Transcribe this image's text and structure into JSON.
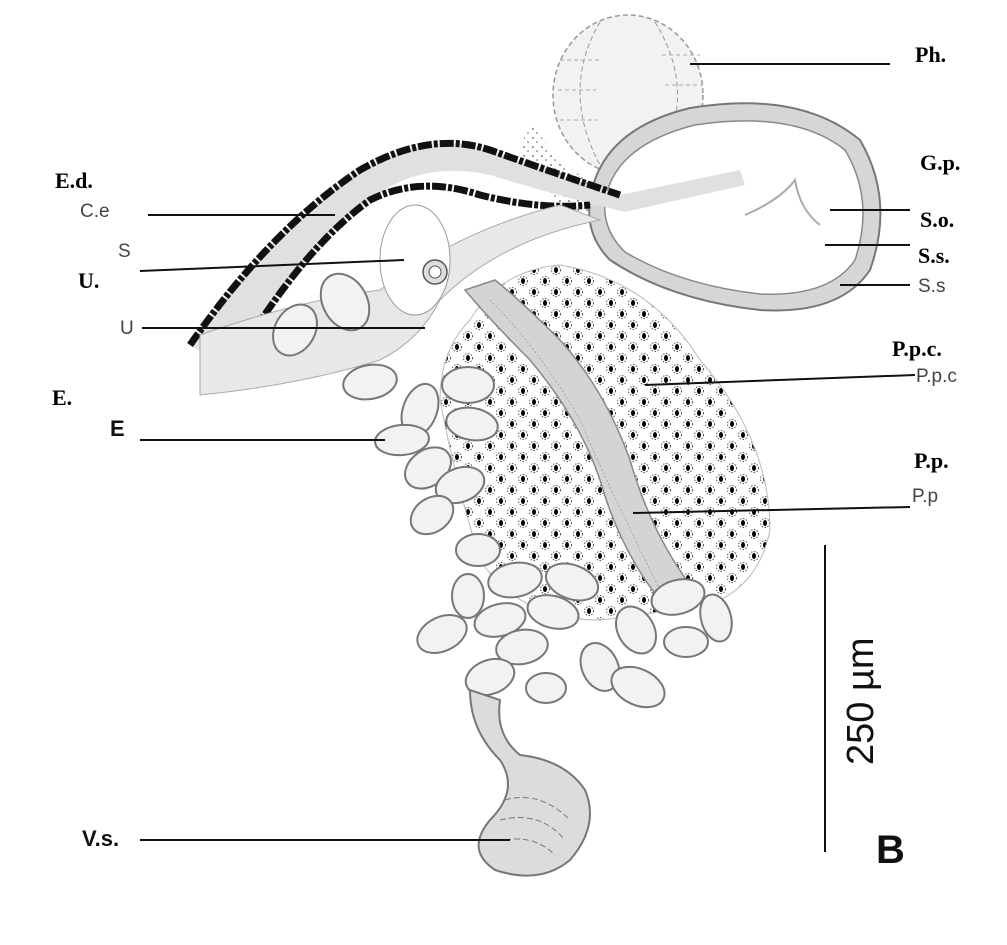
{
  "figure": {
    "panel_letter": "B",
    "scale_bar": "250 µm",
    "labels": {
      "ph": "Ph.",
      "gp": "G.p.",
      "so": "S.o.",
      "ss": "S.s.",
      "ppc": "P.p.c.",
      "pp": "P.p.",
      "ed": "E.d.",
      "u": "U.",
      "e": "E.",
      "vs": "V.s."
    },
    "ghost_labels": {
      "ce": "C.e",
      "s": "S",
      "u": "U",
      "e": "E",
      "ss": "S.s",
      "ppc": "P.p.c",
      "pp": "P.p"
    }
  }
}
